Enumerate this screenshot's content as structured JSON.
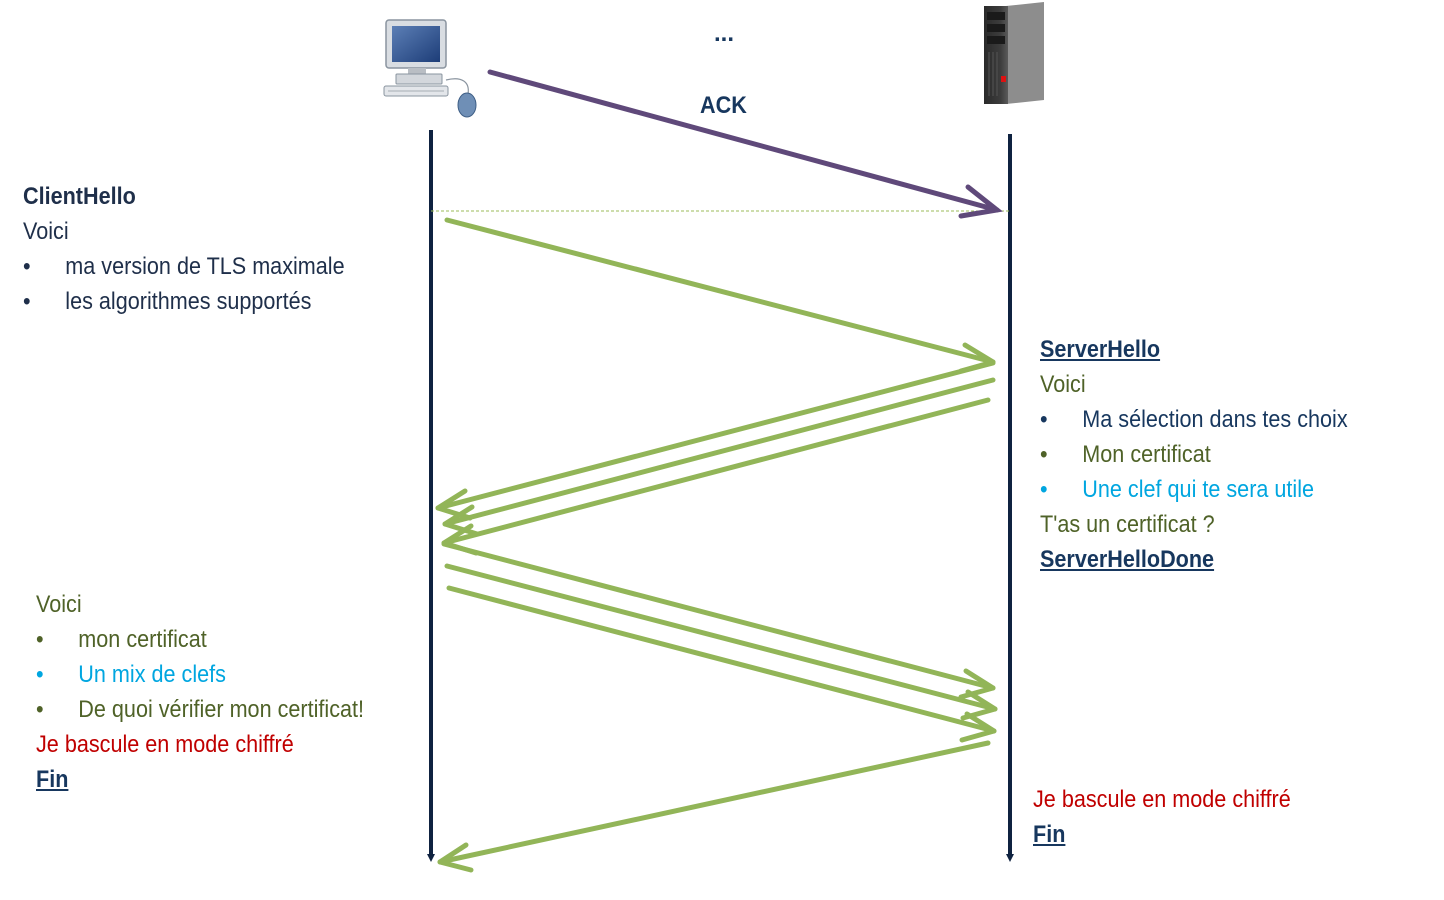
{
  "top_ellipsis": "...",
  "ack_label": "ACK",
  "client_hello": {
    "title": "ClientHello",
    "intro": "Voici",
    "bullet": "•",
    "items": [
      "ma version de TLS maximale",
      "les algorithmes supportés"
    ]
  },
  "server_hello": {
    "title": "ServerHello",
    "intro": "Voici",
    "bullet": "•",
    "items": [
      "Ma sélection dans tes choix",
      "Mon certificat",
      "Une clef qui te sera utile"
    ],
    "question": "T'as un certificat ?",
    "done": "ServerHelloDone"
  },
  "client_response": {
    "intro": "Voici",
    "bullet": "•",
    "items": [
      "mon certificat",
      "Un mix de clefs",
      "De quoi vérifier mon certificat!"
    ],
    "switch": "Je bascule en mode chiffré",
    "end": "Fin"
  },
  "server_finish": {
    "switch": "Je bascule en mode chiffré",
    "end": "Fin"
  },
  "colors": {
    "navy": "#17375e",
    "arrow_green": "#92b558",
    "ack_purple": "#5f497a",
    "olive": "#4f6228",
    "cyan": "#00a6e0",
    "red": "#c00000",
    "text_dark": "#1f2f4a"
  },
  "icons": {
    "client": "desktop-computer-icon",
    "server": "tower-server-icon"
  }
}
